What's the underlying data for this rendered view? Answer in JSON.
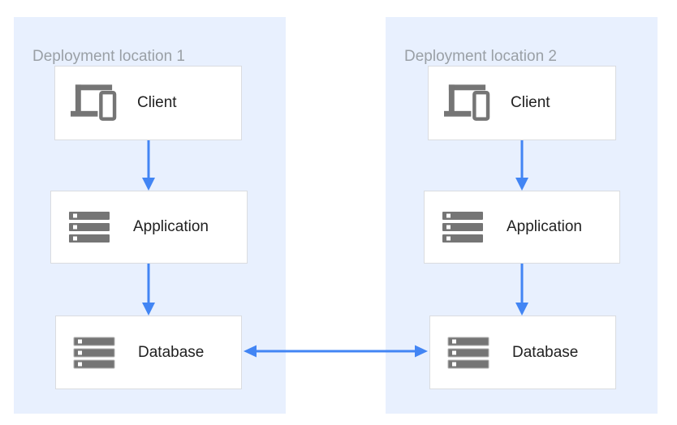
{
  "diagram": {
    "panels": [
      {
        "title": "Deployment location 1",
        "nodes": [
          {
            "label": "Client",
            "icon": "client-devices-icon"
          },
          {
            "label": "Application",
            "icon": "application-server-icon"
          },
          {
            "label": "Database",
            "icon": "database-server-icon"
          }
        ]
      },
      {
        "title": "Deployment location 2",
        "nodes": [
          {
            "label": "Client",
            "icon": "client-devices-icon"
          },
          {
            "label": "Application",
            "icon": "application-server-icon"
          },
          {
            "label": "Database",
            "icon": "database-server-icon"
          }
        ]
      }
    ],
    "connections": [
      {
        "from": "client-1",
        "to": "application-1",
        "type": "arrow-down"
      },
      {
        "from": "application-1",
        "to": "database-1",
        "type": "arrow-down"
      },
      {
        "from": "client-2",
        "to": "application-2",
        "type": "arrow-down"
      },
      {
        "from": "application-2",
        "to": "database-2",
        "type": "arrow-down"
      },
      {
        "from": "database-1",
        "to": "database-2",
        "type": "arrow-bidirectional"
      }
    ],
    "colors": {
      "panel_background": "#E8F0FE",
      "node_background": "#FFFFFF",
      "node_border": "#DADCE0",
      "arrow_blue": "#4285F4",
      "icon_gray": "#757575",
      "title_gray": "#9AA0A6",
      "label_text": "#212121"
    }
  }
}
